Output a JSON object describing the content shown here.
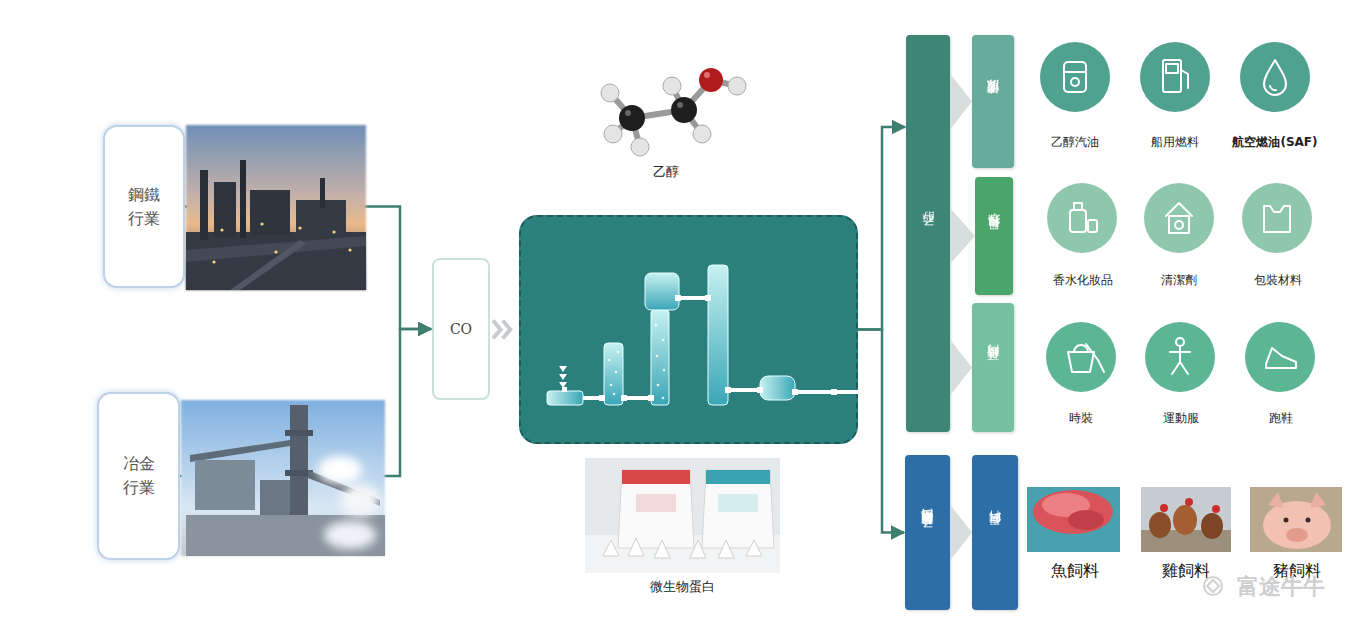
{
  "diagram": {
    "nodes": [
      {
        "text": [
          "鋼鐵 行業"
        ]
      },
      {
        "text": [
          "冶金 行業"
        ]
      },
      {
        "text": [
          "CO"
        ]
      },
      {
        "text": []
      },
      {
        "text": [
          "乙醇"
        ]
      },
      {
        "text": [
          "清潔能源"
        ]
      },
      {
        "text": [
          "日化和香水"
        ]
      },
      {
        "text": [
          "可持續時尚"
        ]
      },
      {
        "text": [
          "乙醇梭菌細胞蛋白"
        ]
      },
      {
        "text": [
          "蛋白飼料"
        ]
      }
    ],
    "edges": [
      {
        "from": 0,
        "to": 2,
        "arrow": "to"
      },
      {
        "from": 1,
        "to": 2,
        "arrow": "to"
      },
      {
        "from": 2,
        "to": 3,
        "arrow": "to"
      },
      {
        "from": 3,
        "to": 4,
        "arrow": "to"
      },
      {
        "from": 3,
        "to": 8,
        "arrow": "to"
      },
      {
        "from": 4,
        "to": 5,
        "arrow": "to"
      },
      {
        "from": 4,
        "to": 6,
        "arrow": "to"
      },
      {
        "from": 4,
        "to": 7,
        "arrow": "to"
      },
      {
        "from": 8,
        "to": 9,
        "arrow": "to"
      }
    ],
    "labels": [
      "乙醇",
      "微生物蛋白",
      "乙醇汽油",
      "船用燃料",
      "航空燃油(SAF)",
      "香水化妝品",
      "清潔劑",
      "包裝材料",
      "時裝",
      "運動服",
      "跑鞋",
      "魚飼料",
      "雞飼料",
      "豬飼料",
      "富途牛牛"
    ]
  }
}
